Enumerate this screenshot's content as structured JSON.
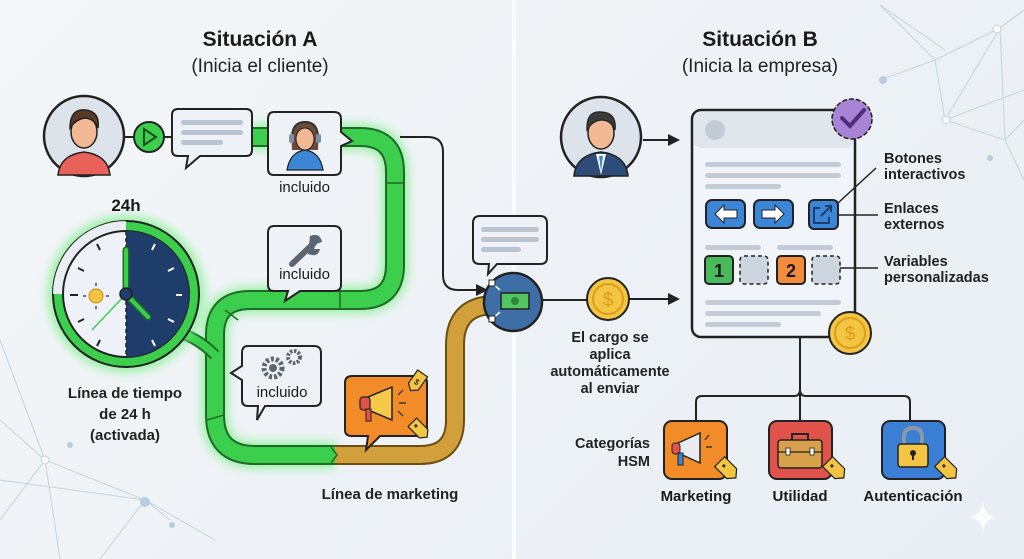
{
  "situation_a": {
    "title": "Situación A",
    "subtitle": "(Inicia el cliente)",
    "clock_label": "24h",
    "timeline_label": [
      "Línea de tiempo",
      "de 24 h",
      "(activada)"
    ],
    "included_labels": [
      "incluido",
      "incluido",
      "incluido"
    ],
    "marketing_line_label": "Línea de marketing"
  },
  "situation_b": {
    "title": "Situación B",
    "subtitle": "(Inicia la empresa)",
    "callouts": {
      "buttons": [
        "Botones",
        "interactivos"
      ],
      "links": [
        "Enlaces",
        "externos"
      ],
      "variables": [
        "Variables",
        "personalizadas"
      ]
    },
    "variable_numbers": [
      "1",
      "2"
    ],
    "charge_text": [
      "El cargo se",
      "aplica",
      "automáticamente",
      "al enviar"
    ],
    "categories_label": [
      "Categorías",
      "HSM"
    ],
    "categories": [
      {
        "name": "Marketing",
        "icon": "megaphone-icon",
        "color": "#f28c28"
      },
      {
        "name": "Utilidad",
        "icon": "toolbox-icon",
        "color": "#e0524a"
      },
      {
        "name": "Autenticación",
        "icon": "lock-icon",
        "color": "#3b7fd4"
      }
    ]
  },
  "colors": {
    "green_line": "#3ccf4e",
    "marketing_line": "#d1a03a",
    "navy": "#1f3d6b",
    "blue_button": "#3b86d6",
    "coin": "#f4c542",
    "badge": "#a883d6"
  }
}
